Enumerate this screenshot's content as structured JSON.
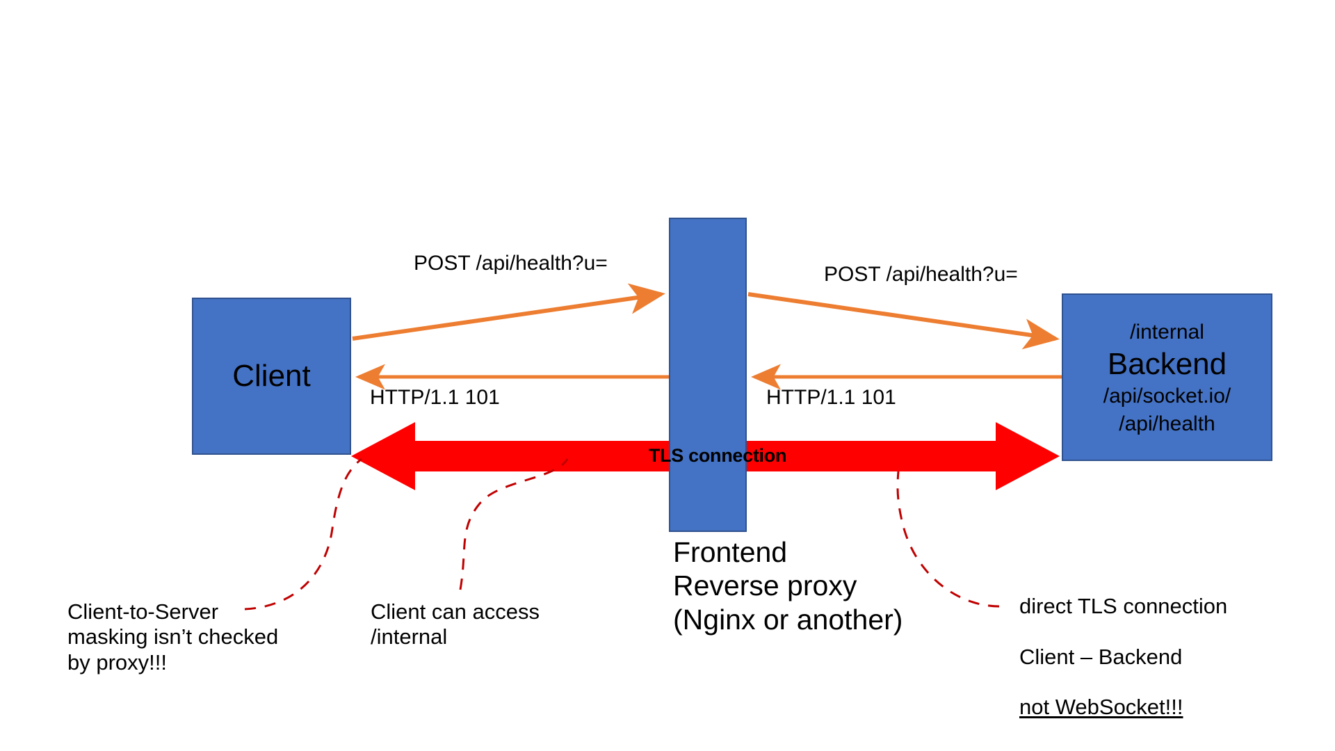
{
  "diagram": {
    "title_absent": true,
    "colors": {
      "node_fill": "#4472C4",
      "node_border": "#2F528F",
      "http_arrow": "#ED7D31",
      "tls_arrow": "#FF0000",
      "callout_line": "#C00000",
      "text": "#000000",
      "background": "#FFFFFF"
    },
    "nodes": {
      "client": {
        "label": "Client"
      },
      "proxy": {
        "label": "",
        "caption": "Frontend\nReverse proxy\n(Nginx or another)"
      },
      "backend": {
        "line1": "/internal",
        "title": "Backend",
        "line3": "/api/socket.io/",
        "line4": "/api/health"
      }
    },
    "edges": {
      "post_client_to_proxy": "POST /api/health?u=",
      "post_proxy_to_backend": "POST /api/health?u=",
      "response_proxy_to_client": "HTTP/1.1 101",
      "response_backend_to_proxy": "HTTP/1.1 101",
      "tls": "TLS connection"
    },
    "annotations": {
      "masking": "Client-to-Server\nmasking isn’t checked\nby proxy!!!",
      "internal_access": "Client can access\n/internal",
      "direct_line1": "direct TLS connection",
      "direct_line2": "Client – Backend",
      "direct_line3": "not WebSocket!!!"
    }
  }
}
